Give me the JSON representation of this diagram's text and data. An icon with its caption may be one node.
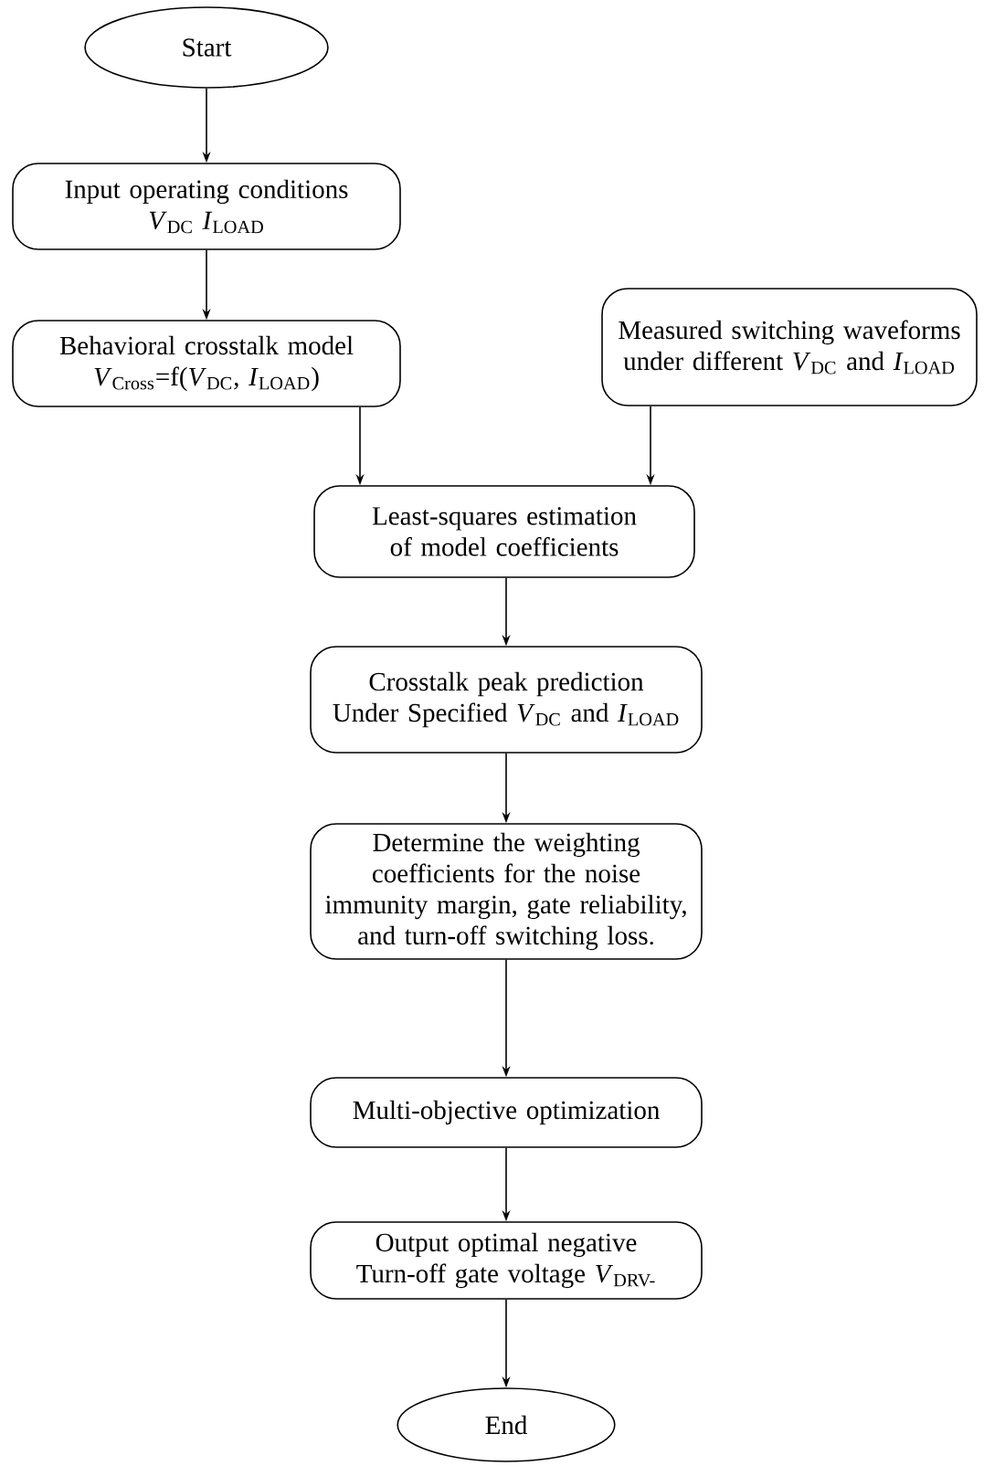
{
  "diagram": {
    "nodes": [
      {
        "text": [
          "Start"
        ]
      },
      {
        "text": [
          "Input operating conditions",
          "*V*$_{DC}$ *I*$_{LOAD}$"
        ]
      },
      {
        "text": [
          "Behavioral crosstalk model",
          "*V*$_{Cross}$=f(*V*$_{DC}$, *I*$_{LOAD}$)"
        ]
      },
      {
        "text": [
          "Measured switching waveforms under different *V*$_{DC}$ and *I*$_{LOAD}$"
        ]
      },
      {
        "text": [
          "Least-squares estimation of model coefficients"
        ]
      },
      {
        "text": [
          "Crosstalk peak prediction Under Specified *V*$_{DC}$ and *I*$_{LOAD}$"
        ]
      },
      {
        "text": [
          "Determine the weighting coefficients for the noise immunity margin, gate reliability, and turn-off switching loss."
        ]
      },
      {
        "text": [
          "Multi-objective optimization"
        ]
      },
      {
        "text": [
          "Output optimal negative Turn-off gate voltage *V*$_{DRV-}$"
        ]
      },
      {
        "text": [
          "End"
        ]
      }
    ],
    "edges": [
      {
        "from": 0,
        "to": 1,
        "arrow": "to"
      },
      {
        "from": 1,
        "to": 2,
        "arrow": "to"
      },
      {
        "from": 2,
        "to": 4,
        "arrow": "to"
      },
      {
        "from": 3,
        "to": 4,
        "arrow": "to"
      },
      {
        "from": 4,
        "to": 5,
        "arrow": "to"
      },
      {
        "from": 5,
        "to": 6,
        "arrow": "to"
      },
      {
        "from": 6,
        "to": 7,
        "arrow": "to"
      },
      {
        "from": 7,
        "to": 8,
        "arrow": "to"
      },
      {
        "from": 8,
        "to": 9,
        "arrow": "to"
      }
    ]
  }
}
